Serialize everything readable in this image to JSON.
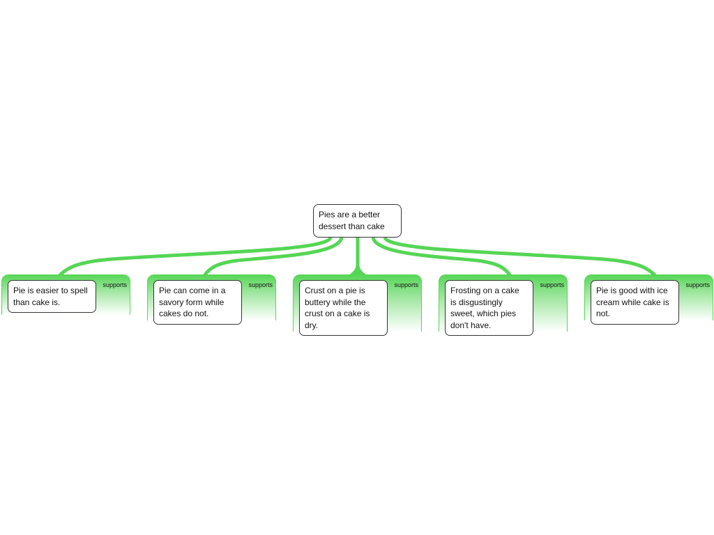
{
  "claim": "Pies are a better dessert than cake",
  "link_color": "#55d655",
  "reasons": [
    {
      "type": "supports",
      "text": "Pie is easier to spell than cake is."
    },
    {
      "type": "supports",
      "text": "Pie can come in a savory form while cakes do not."
    },
    {
      "type": "supports",
      "text": "Crust on a pie is buttery while the crust on a cake is dry."
    },
    {
      "type": "supports",
      "text": "Frosting on a cake is disgustingly sweet, which pies don't have."
    },
    {
      "type": "supports",
      "text": "Pie is good with ice cream while cake is not."
    }
  ]
}
